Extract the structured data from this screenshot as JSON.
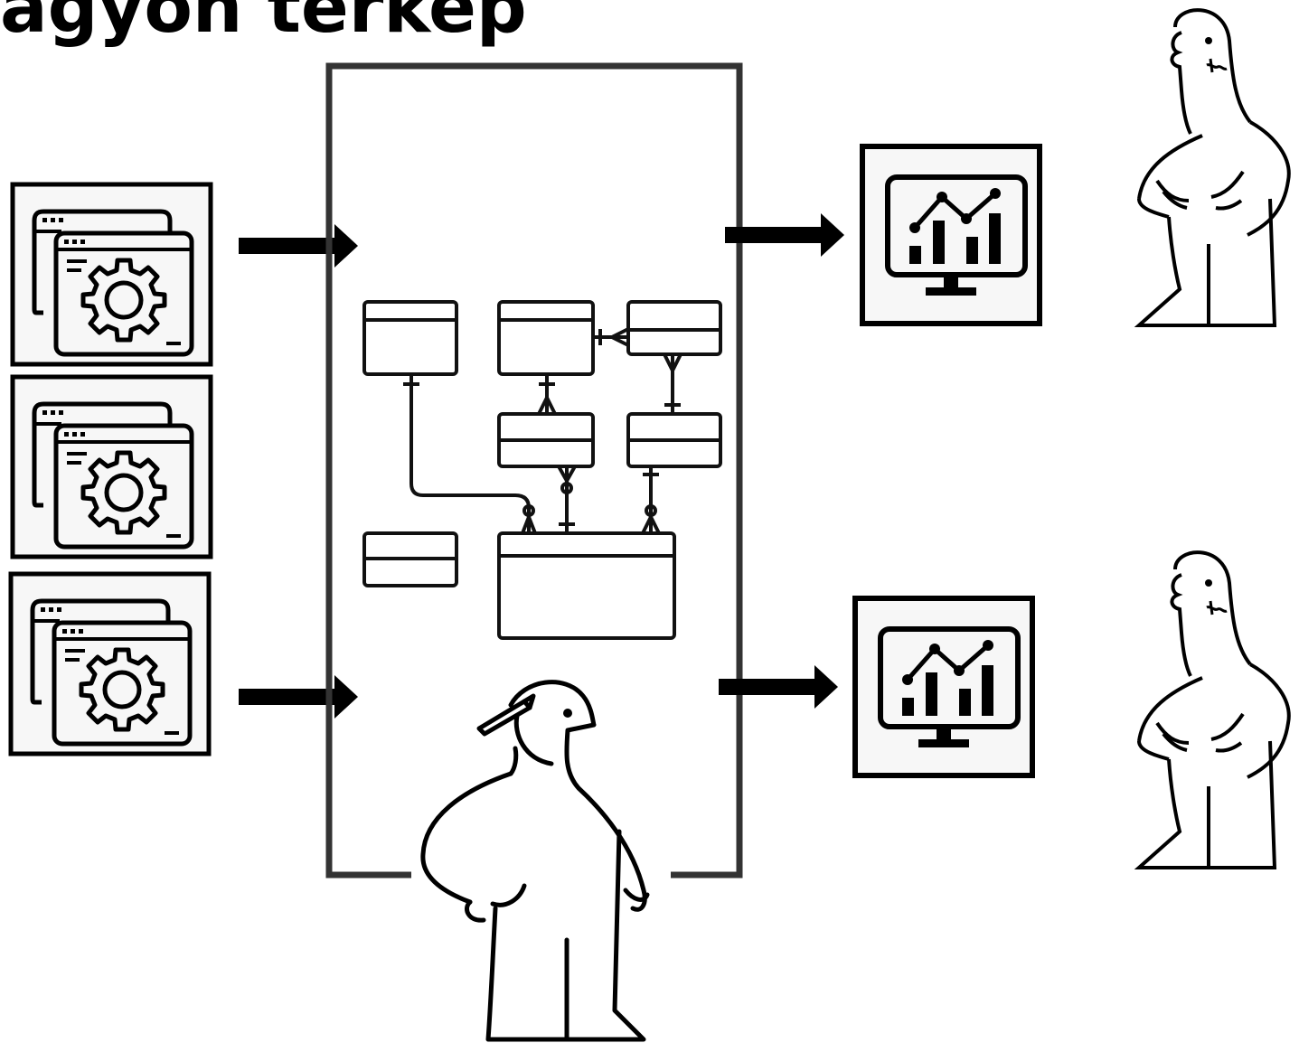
{
  "title": "agyon térkép",
  "colors": {
    "ink": "#000000",
    "panel": "#f7f7f7",
    "background": "#ffffff"
  },
  "sources": [
    {
      "icon": "settings-window-icon"
    },
    {
      "icon": "settings-window-icon"
    },
    {
      "icon": "settings-window-icon"
    }
  ],
  "central_box": {
    "tables": [
      "table",
      "table",
      "table",
      "table",
      "table",
      "table",
      "table"
    ],
    "person": "thinking-person-with-pencil"
  },
  "outputs": [
    {
      "icon": "dashboard-monitor-icon"
    },
    {
      "icon": "dashboard-monitor-icon"
    }
  ],
  "consumers": [
    {
      "figure": "confused-person"
    },
    {
      "figure": "confused-person"
    }
  ]
}
